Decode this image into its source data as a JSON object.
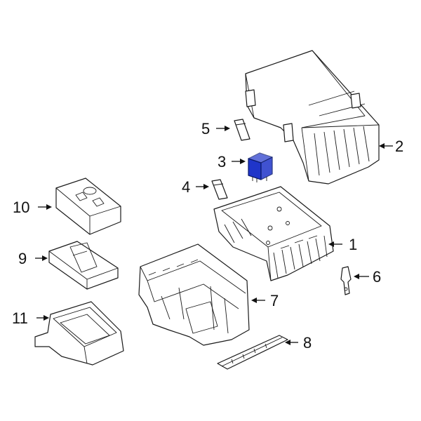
{
  "diagram": {
    "highlight_color": "#1f35c9",
    "callouts": [
      {
        "id": "1",
        "label": "1"
      },
      {
        "id": "2",
        "label": "2"
      },
      {
        "id": "3",
        "label": "3"
      },
      {
        "id": "4",
        "label": "4"
      },
      {
        "id": "5",
        "label": "5"
      },
      {
        "id": "6",
        "label": "6"
      },
      {
        "id": "7",
        "label": "7"
      },
      {
        "id": "8",
        "label": "8"
      },
      {
        "id": "9",
        "label": "9"
      },
      {
        "id": "10",
        "label": "10"
      },
      {
        "id": "11",
        "label": "11"
      }
    ]
  }
}
